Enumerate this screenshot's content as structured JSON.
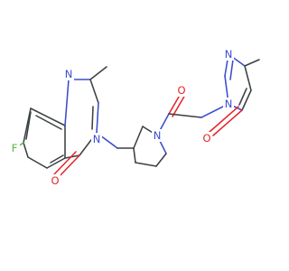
{
  "atom_labels": {
    "f1": "F",
    "n1": "N",
    "n3": "N",
    "o1": "O",
    "n_pip": "N",
    "o_amide": "O",
    "n_pym1": "N",
    "n_pym3": "N",
    "o_pym": "O"
  },
  "colors": {
    "carbon_bond": "#3b4143",
    "nitrogen": "#3a4cd0",
    "oxygen": "#e4252b",
    "fluorine": "#58b846"
  }
}
